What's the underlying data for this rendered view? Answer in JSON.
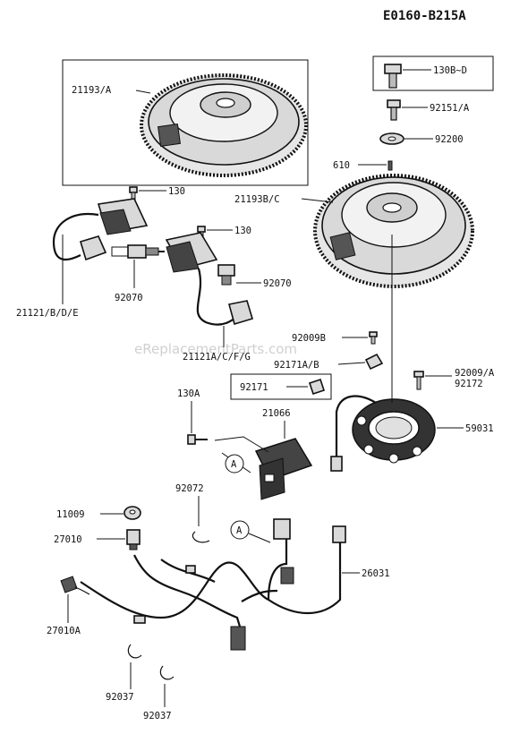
{
  "diagram_code": "E0160-B215A",
  "watermark": "eReplacementParts.com",
  "callouts": {
    "flywheel_a": "21193/A",
    "flywheel_bc": "21193B/C",
    "bolt_set": "130B~D",
    "bolt_92151": "92151/A",
    "washer": "92200",
    "key": "610",
    "screw_130_top": "130",
    "screw_130_mid": "130",
    "coil_left": "21121/B/D/E",
    "coil_right": "21121A/C/F/G",
    "plug_left": "92070",
    "plug_right": "92070",
    "bolt_92009b": "92009B",
    "clamp_92171ab": "92171A/B",
    "clamp_92171": "92171",
    "bolt_92009a": "92009/A",
    "bolt_92172": "92172",
    "stator": "59031",
    "screw_130a": "130A",
    "regulator": "21066",
    "ring_a_1": "A",
    "ring_a_2": "A",
    "clip_92072": "92072",
    "cap_11009": "11009",
    "switch_27010": "27010",
    "switch_27010a": "27010A",
    "harness": "26031",
    "clip_92037_1": "92037",
    "clip_92037_2": "92037"
  }
}
